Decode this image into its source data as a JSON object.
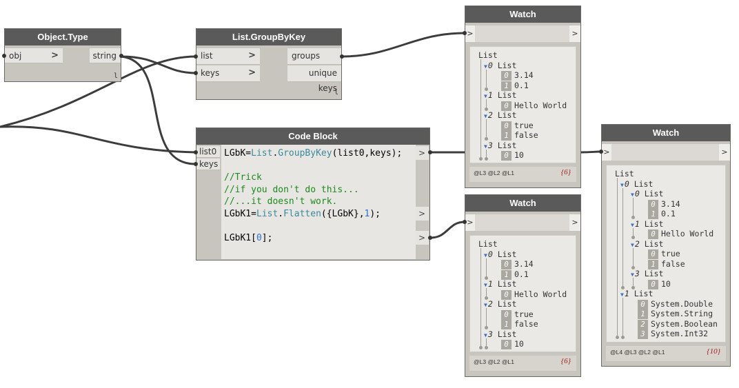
{
  "nodes": {
    "object_type": {
      "title": "Object.Type",
      "input": "obj",
      "output": "string",
      "lacing": "l",
      "chevron": ">"
    },
    "group_by_key": {
      "title": "List.GroupByKey",
      "inputs": [
        "list",
        "keys"
      ],
      "outputs": [
        "groups",
        "unique keys"
      ],
      "lacing": "l",
      "chevron": ">"
    },
    "code_block": {
      "title": "Code Block",
      "inputs": [
        "list0",
        "keys"
      ],
      "out_glyph": ">",
      "lines": [
        [
          {
            "t": "LGbK="
          },
          {
            "t": "List",
            "c": "kw"
          },
          {
            "t": "."
          },
          {
            "t": "GroupByKey",
            "c": "kw"
          },
          {
            "t": "(list0,keys);"
          }
        ],
        [],
        [
          {
            "t": "//Trick",
            "c": "cm"
          }
        ],
        [
          {
            "t": "//if you don't do this...",
            "c": "cm"
          }
        ],
        [
          {
            "t": "//...it doesn't work.",
            "c": "cm"
          }
        ],
        [
          {
            "t": "LGbK1="
          },
          {
            "t": "List",
            "c": "kw"
          },
          {
            "t": "."
          },
          {
            "t": "Flatten",
            "c": "kw"
          },
          {
            "t": "({LGbK},"
          },
          {
            "t": "1",
            "c": "num"
          },
          {
            "t": ");"
          }
        ],
        [],
        [
          {
            "t": "LGbK1["
          },
          {
            "t": "0",
            "c": "num"
          },
          {
            "t": "];"
          }
        ]
      ]
    },
    "watch1": {
      "title": "Watch",
      "in_glyph": ">",
      "out_glyph": ">",
      "levels": "@L3 @L2 @L1",
      "count": "{6}",
      "tree": [
        {
          "depth": 0,
          "text": "List"
        },
        {
          "depth": 1,
          "idx": "0",
          "text": "List",
          "list": true
        },
        {
          "depth": 2,
          "idx": "0",
          "text": "3.14"
        },
        {
          "depth": 2,
          "idx": "1",
          "text": "0.1"
        },
        {
          "depth": 1,
          "idx": "1",
          "text": "List",
          "list": true
        },
        {
          "depth": 2,
          "idx": "0",
          "text": "Hello World"
        },
        {
          "depth": 1,
          "idx": "2",
          "text": "List",
          "list": true
        },
        {
          "depth": 2,
          "idx": "0",
          "text": "true"
        },
        {
          "depth": 2,
          "idx": "1",
          "text": "false"
        },
        {
          "depth": 1,
          "idx": "3",
          "text": "List",
          "list": true
        },
        {
          "depth": 2,
          "idx": "0",
          "text": "10"
        }
      ]
    },
    "watch2": {
      "title": "Watch",
      "in_glyph": ">",
      "out_glyph": ">",
      "levels": "@L3 @L2 @L1",
      "count": "{6}",
      "tree": [
        {
          "depth": 0,
          "text": "List"
        },
        {
          "depth": 1,
          "idx": "0",
          "text": "List",
          "list": true
        },
        {
          "depth": 2,
          "idx": "0",
          "text": "3.14"
        },
        {
          "depth": 2,
          "idx": "1",
          "text": "0.1"
        },
        {
          "depth": 1,
          "idx": "1",
          "text": "List",
          "list": true
        },
        {
          "depth": 2,
          "idx": "0",
          "text": "Hello World"
        },
        {
          "depth": 1,
          "idx": "2",
          "text": "List",
          "list": true
        },
        {
          "depth": 2,
          "idx": "0",
          "text": "true"
        },
        {
          "depth": 2,
          "idx": "1",
          "text": "false"
        },
        {
          "depth": 1,
          "idx": "3",
          "text": "List",
          "list": true
        },
        {
          "depth": 2,
          "idx": "0",
          "text": "10"
        }
      ]
    },
    "watch3": {
      "title": "Watch",
      "in_glyph": ">",
      "out_glyph": ">",
      "levels": "@L4 @L3 @L2 @L1",
      "count": "{10}",
      "tree": [
        {
          "depth": 0,
          "text": "List"
        },
        {
          "depth": 1,
          "idx": "0",
          "text": "List",
          "list": true
        },
        {
          "depth": 2,
          "idx": "0",
          "text": "List",
          "list": true
        },
        {
          "depth": 3,
          "idx": "0",
          "text": "3.14"
        },
        {
          "depth": 3,
          "idx": "1",
          "text": "0.1"
        },
        {
          "depth": 2,
          "idx": "1",
          "text": "List",
          "list": true
        },
        {
          "depth": 3,
          "idx": "0",
          "text": "Hello World"
        },
        {
          "depth": 2,
          "idx": "2",
          "text": "List",
          "list": true
        },
        {
          "depth": 3,
          "idx": "0",
          "text": "true"
        },
        {
          "depth": 3,
          "idx": "1",
          "text": "false"
        },
        {
          "depth": 2,
          "idx": "3",
          "text": "List",
          "list": true
        },
        {
          "depth": 3,
          "idx": "0",
          "text": "10"
        },
        {
          "depth": 1,
          "idx": "1",
          "text": "List",
          "list": true
        },
        {
          "depth": 2,
          "idx": "0",
          "text": "System.Double"
        },
        {
          "depth": 2,
          "idx": "1",
          "text": "System.String"
        },
        {
          "depth": 2,
          "idx": "2",
          "text": "System.Boolean"
        },
        {
          "depth": 2,
          "idx": "3",
          "text": "System.Int32"
        }
      ]
    }
  },
  "colors": {
    "wire": "#3c3c3c",
    "node_title_bg": "#5a5a5a",
    "node_body": "#c8c4be",
    "count_red": "#a02020",
    "code_comment": "#1a8a1a",
    "code_keyword": "#3a8a9a",
    "code_number": "#2a6fd6"
  }
}
